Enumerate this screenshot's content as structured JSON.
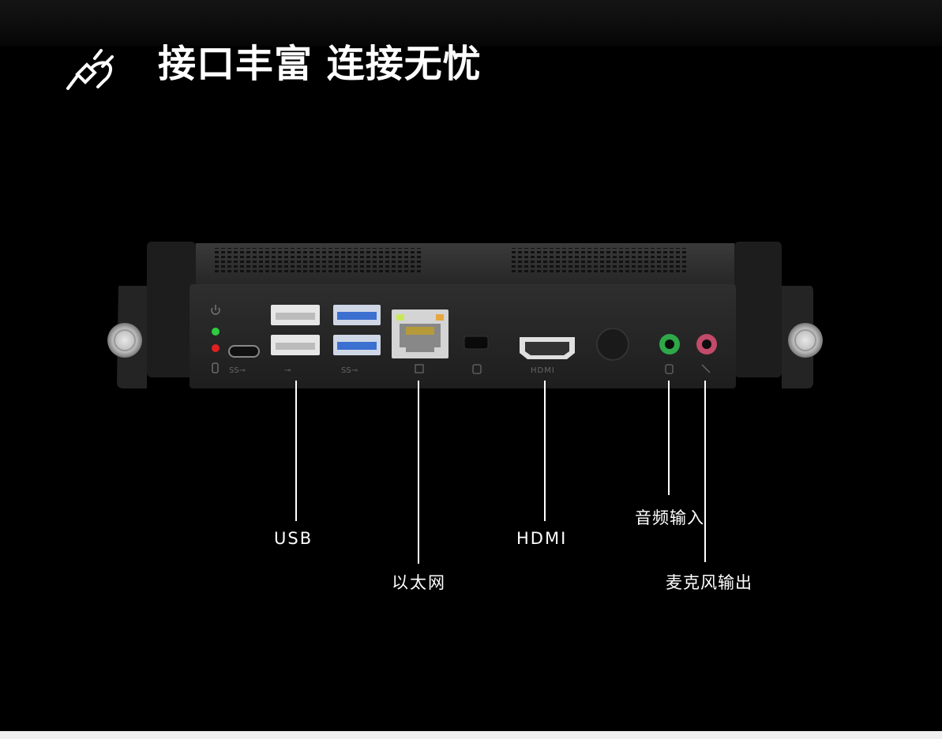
{
  "header": {
    "title": "接口丰富 连接无忧"
  },
  "icons": {
    "header_icon": "plug-icon"
  },
  "ports": {
    "usb": "USB",
    "ethernet": "以太网",
    "hdmi": "HDMI",
    "audio_in": "音频输入",
    "mic_out": "麦克风输出"
  },
  "colors": {
    "background": "#000000",
    "device_body": "#2a2a2a",
    "usb3_blue": "#3b6fd0",
    "led_green": "#2ecc40",
    "led_red": "#e02020",
    "audio_green": "#2fa84a",
    "mic_pink": "#c24a6a"
  }
}
